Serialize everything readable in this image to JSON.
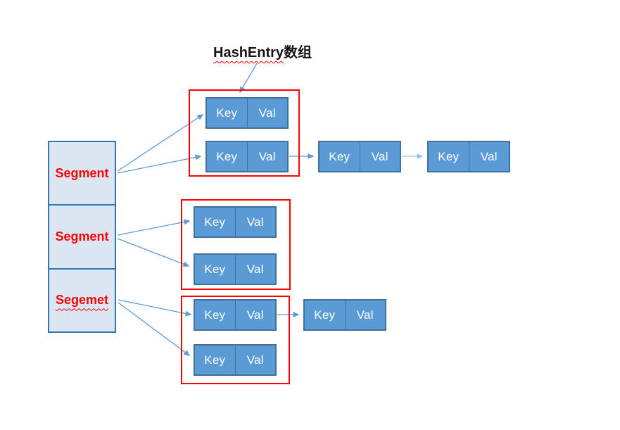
{
  "diagram": {
    "title": {
      "underlined": "HashEntry",
      "suffix": "数组"
    },
    "segments": [
      {
        "label": "Segment"
      },
      {
        "label": "Segment"
      },
      {
        "label": "Segemet"
      }
    ],
    "nodes": [
      {
        "key": "Key",
        "val": "Val"
      },
      {
        "key": "Key",
        "val": "Val"
      },
      {
        "key": "Key",
        "val": "Val"
      },
      {
        "key": "Key",
        "val": "Val"
      },
      {
        "key": "Key",
        "val": "Val"
      },
      {
        "key": "Key",
        "val": "Val"
      },
      {
        "key": "Key",
        "val": "Val"
      },
      {
        "key": "Key",
        "val": "Val"
      },
      {
        "key": "Key",
        "val": "Val"
      }
    ],
    "colors": {
      "node_fill": "#5b9bd5",
      "node_border": "#41719c",
      "segment_fill": "#dce6f2",
      "segment_border": "#2e75b6",
      "segment_text": "#ff0000",
      "group_outline": "#ff0000",
      "arrow": "#5b9bd5",
      "arrow_light": "#9dc3e6",
      "title_text": "#161616",
      "squiggle": "#ff0000"
    }
  }
}
